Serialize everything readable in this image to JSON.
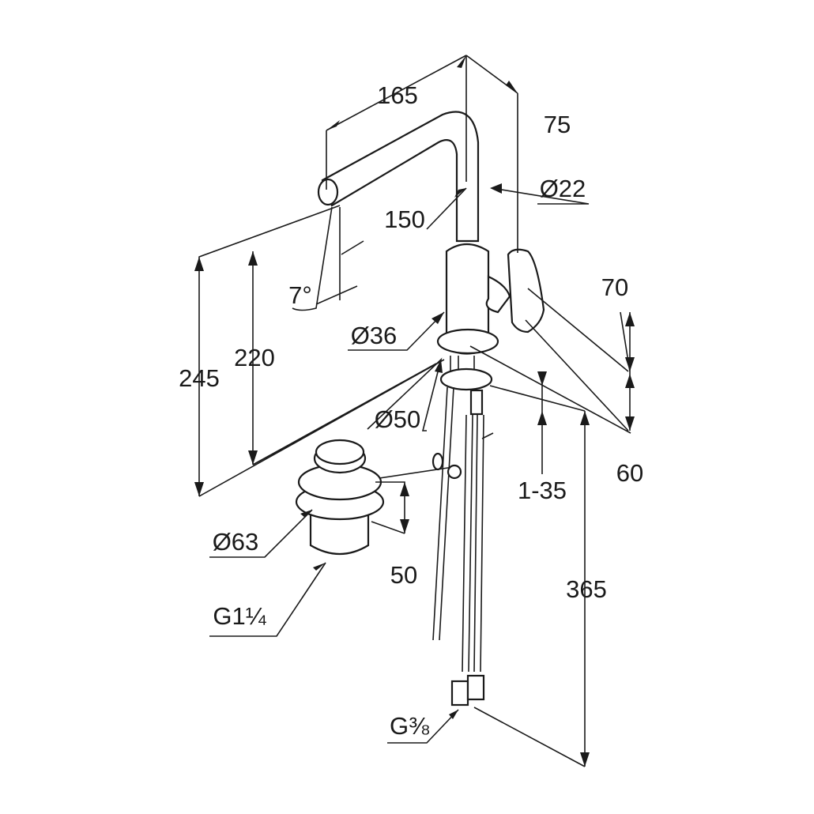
{
  "title": "Faucet dimension drawing",
  "colors": {
    "line": "#1a1a1a",
    "background": "#ffffff"
  },
  "dimensions": {
    "spout_reach": "165",
    "handle_offset": "75",
    "spout_diameter": "Ø22",
    "spout_height": "150",
    "angle": "7°",
    "outlet_height": "220",
    "total_height": "245",
    "body_diameter": "Ø36",
    "handle_height": "70",
    "base_diameter": "Ø50",
    "base_height": "60",
    "deck_thickness": "1-35",
    "waste_diameter": "Ø63",
    "waste_height": "50",
    "hose_length": "365",
    "waste_thread": "G1¼",
    "hose_thread": "G⅜"
  }
}
